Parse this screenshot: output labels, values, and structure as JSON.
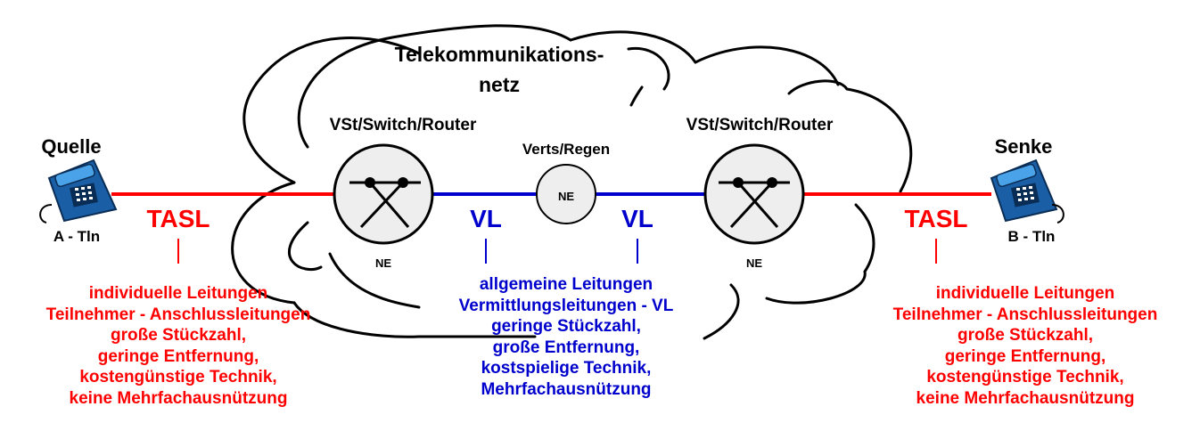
{
  "colors": {
    "red": "#ff0000",
    "blue": "#0000cc",
    "black": "#000000",
    "node_fill": "#eeeeee"
  },
  "cloud": {
    "title_line1": "Telekommunikations-",
    "title_line2": "netz"
  },
  "nodes": {
    "left_switch": {
      "label": "VSt/Switch/Router",
      "ne": "NE"
    },
    "regen": {
      "label": "Verts/Regen",
      "ne": "NE"
    },
    "right_switch": {
      "label": "VSt/Switch/Router",
      "ne": "NE"
    }
  },
  "source": {
    "label": "Quelle",
    "subscriber": "A - Tln",
    "icon": "telephone-icon"
  },
  "sink": {
    "label": "Senke",
    "subscriber": "B - Tln",
    "icon": "telephone-icon"
  },
  "links": {
    "tasl_left": "TASL",
    "vl_left": "VL",
    "vl_right": "VL",
    "tasl_right": "TASL"
  },
  "notes": {
    "left": [
      "individuelle Leitungen",
      "Teilnehmer - Anschlussleitungen",
      "große Stückzahl,",
      "geringe Entfernung,",
      "kostengünstige Technik,",
      "keine Mehrfachausnützung"
    ],
    "center": [
      "allgemeine Leitungen",
      "Vermittlungsleitungen - VL",
      "geringe Stückzahl,",
      "große Entfernung,",
      "kostspielige Technik,",
      "Mehrfachausnützung"
    ],
    "right": [
      "individuelle Leitungen",
      "Teilnehmer - Anschlussleitungen",
      "große Stückzahl,",
      "geringe Entfernung,",
      "kostengünstige Technik,",
      "keine Mehrfachausnützung"
    ]
  }
}
